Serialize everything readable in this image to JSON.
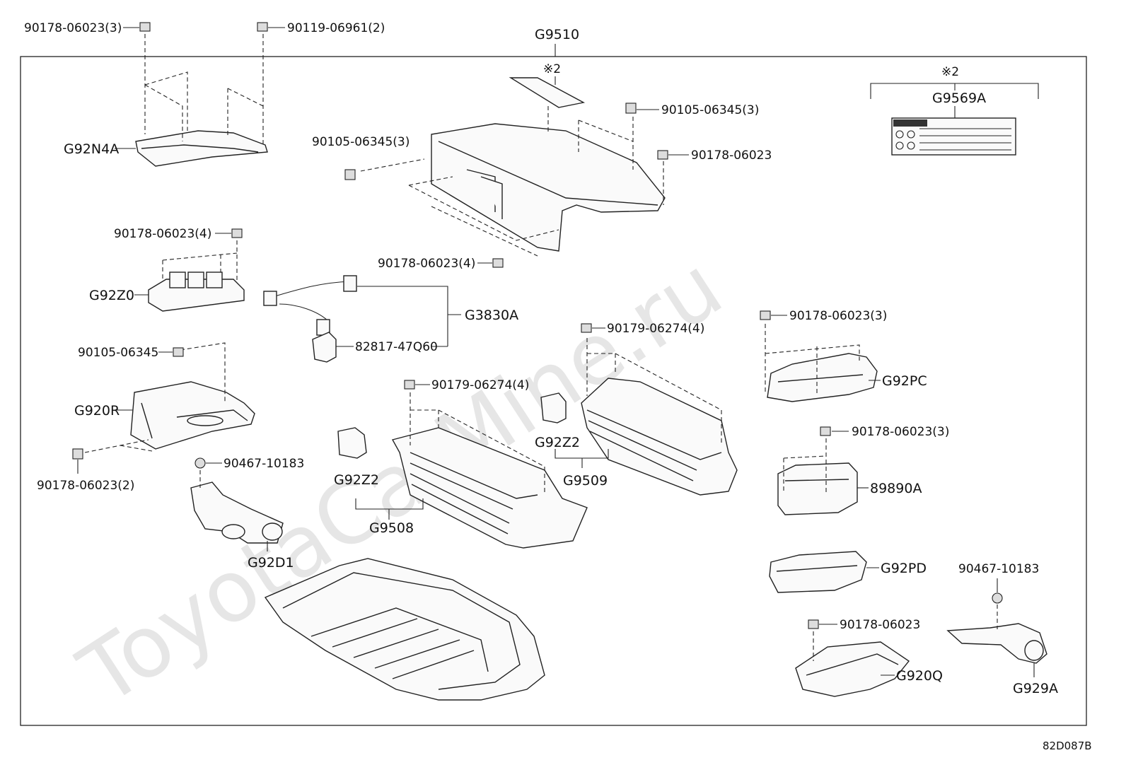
{
  "watermark": "ToyotaCarMine.ru",
  "figure_code": "82D087B",
  "labels": {
    "p90178_06023_3_top": "90178-06023(3)",
    "p90119_06961": "90119-06961(2)",
    "g9510": "G9510",
    "ref2_a": "※2",
    "ref2_b": "※2",
    "g9569a": "G9569A",
    "p90105_06345_3_r": "90105-06345(3)",
    "p90178_06023_r": "90178-06023",
    "p90105_06345_3_l": "90105-06345(3)",
    "g92n4a": "G92N4A",
    "p90178_06023_4_a": "90178-06023(4)",
    "p90178_06023_4_b": "90178-06023(4)",
    "g92z0": "G92Z0",
    "g3830a": "G3830A",
    "p82817": "82817-47Q60",
    "p90105_06345": "90105-06345",
    "g920r": "G920R",
    "p90178_06023_2": "90178-06023(2)",
    "p90467_a": "90467-10183",
    "g92d1": "G92D1",
    "p90179_a": "90179-06274(4)",
    "p90179_b": "90179-06274(4)",
    "g92z2_a": "G92Z2",
    "g92z2_b": "G92Z2",
    "g9508": "G9508",
    "g9509": "G9509",
    "p90178_06023_3_pc": "90178-06023(3)",
    "g92pc": "G92PC",
    "p90178_06023_3_898": "90178-06023(3)",
    "p89890a": "89890A",
    "g92pd": "G92PD",
    "p90467_b": "90467-10183",
    "p90178_06023_q": "90178-06023",
    "g920q": "G920Q",
    "g929a": "G929A"
  }
}
